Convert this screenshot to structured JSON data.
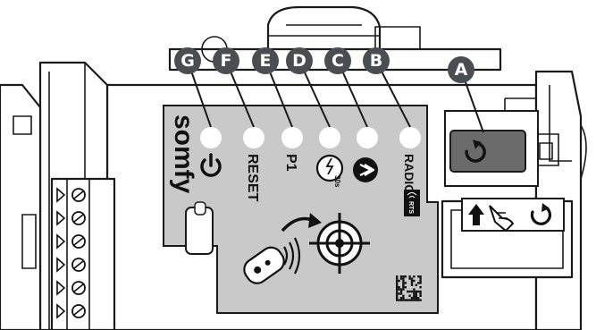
{
  "brand": "somfy",
  "callouts": [
    "G",
    "F",
    "E",
    "D",
    "C",
    "B",
    "A"
  ],
  "labels": {
    "reset": "RESET",
    "p1": "P1",
    "radio": "RADIO",
    "timer": "30s",
    "rts": "RTS"
  },
  "icons": {
    "power": "power-icon",
    "timer": "timer-30s-icon",
    "radio": "radio-symbol-icon",
    "remote": "remote-control-icon",
    "target": "target-icon",
    "arrow_up": "arrow-up-icon",
    "hand": "hand-press-icon",
    "cycle": "cycle-icon",
    "qr": "datamatrix-code-icon"
  },
  "colors": {
    "panel": "#c9c9c9",
    "callout": "#4a4e52",
    "button": "#6b6b6b"
  }
}
